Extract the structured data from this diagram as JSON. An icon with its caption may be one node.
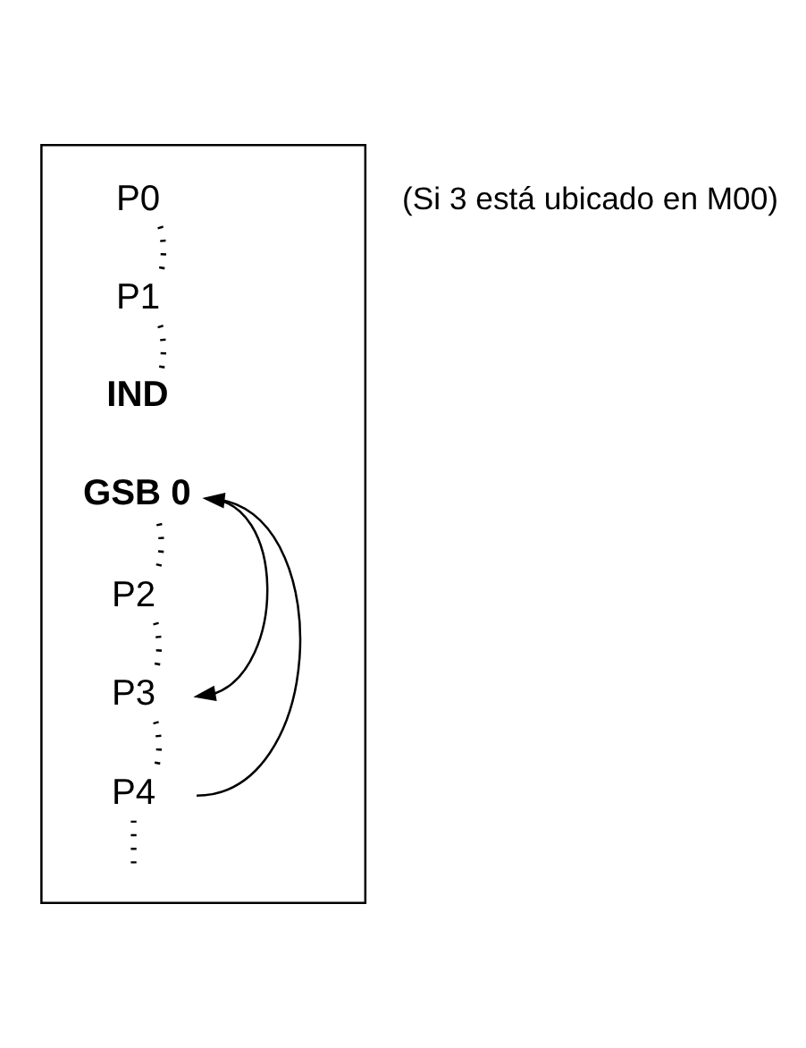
{
  "diagram": {
    "nodes": [
      {
        "text": [],
        "shape": "box"
      },
      {
        "text": [
          "P0"
        ],
        "in": 0
      },
      {
        "text": [
          "P1"
        ],
        "in": 0
      },
      {
        "text": [
          "IND"
        ],
        "in": 0
      },
      {
        "text": [
          "GSB 0"
        ],
        "in": 0
      },
      {
        "text": [
          "P2"
        ],
        "in": 0
      },
      {
        "text": [
          "P3"
        ],
        "in": 0
      },
      {
        "text": [
          "P4"
        ],
        "in": 0
      }
    ],
    "edges": [
      {
        "from": 1,
        "to": 2,
        "arrow": "none",
        "style": "dashed"
      },
      {
        "from": 2,
        "to": 3,
        "arrow": "none",
        "style": "dashed"
      },
      {
        "from": 4,
        "to": 5,
        "arrow": "none",
        "style": "dashed"
      },
      {
        "from": 5,
        "to": 6,
        "arrow": "none",
        "style": "dashed"
      },
      {
        "from": 6,
        "to": 7,
        "arrow": "none",
        "style": "dashed"
      },
      {
        "from": 7,
        "to": null,
        "arrow": "none",
        "style": "dashed"
      },
      {
        "from": 4,
        "to": 6,
        "arrow": "to"
      },
      {
        "from": 7,
        "to": 4,
        "arrow": "to"
      }
    ],
    "labels": [
      "(Si 3 está ubicado en M00)"
    ]
  }
}
